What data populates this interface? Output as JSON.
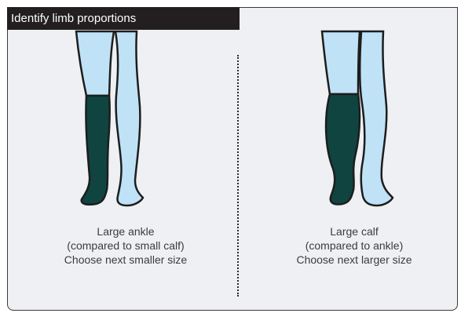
{
  "header": {
    "title": "Identify limb proportions"
  },
  "left_example": {
    "lines": [
      "Large ankle",
      "(compared to small calf)",
      "Choose next smaller size"
    ]
  },
  "right_example": {
    "lines": [
      "Large calf",
      "(compared to ankle)",
      "Choose next larger size"
    ]
  },
  "colors": {
    "leg_light": "#bfe2f7",
    "stocking_dark": "#0f4441",
    "outline": "#1d1d1d",
    "panel_bg": "#eef0f3",
    "title_bg": "#231f20"
  }
}
